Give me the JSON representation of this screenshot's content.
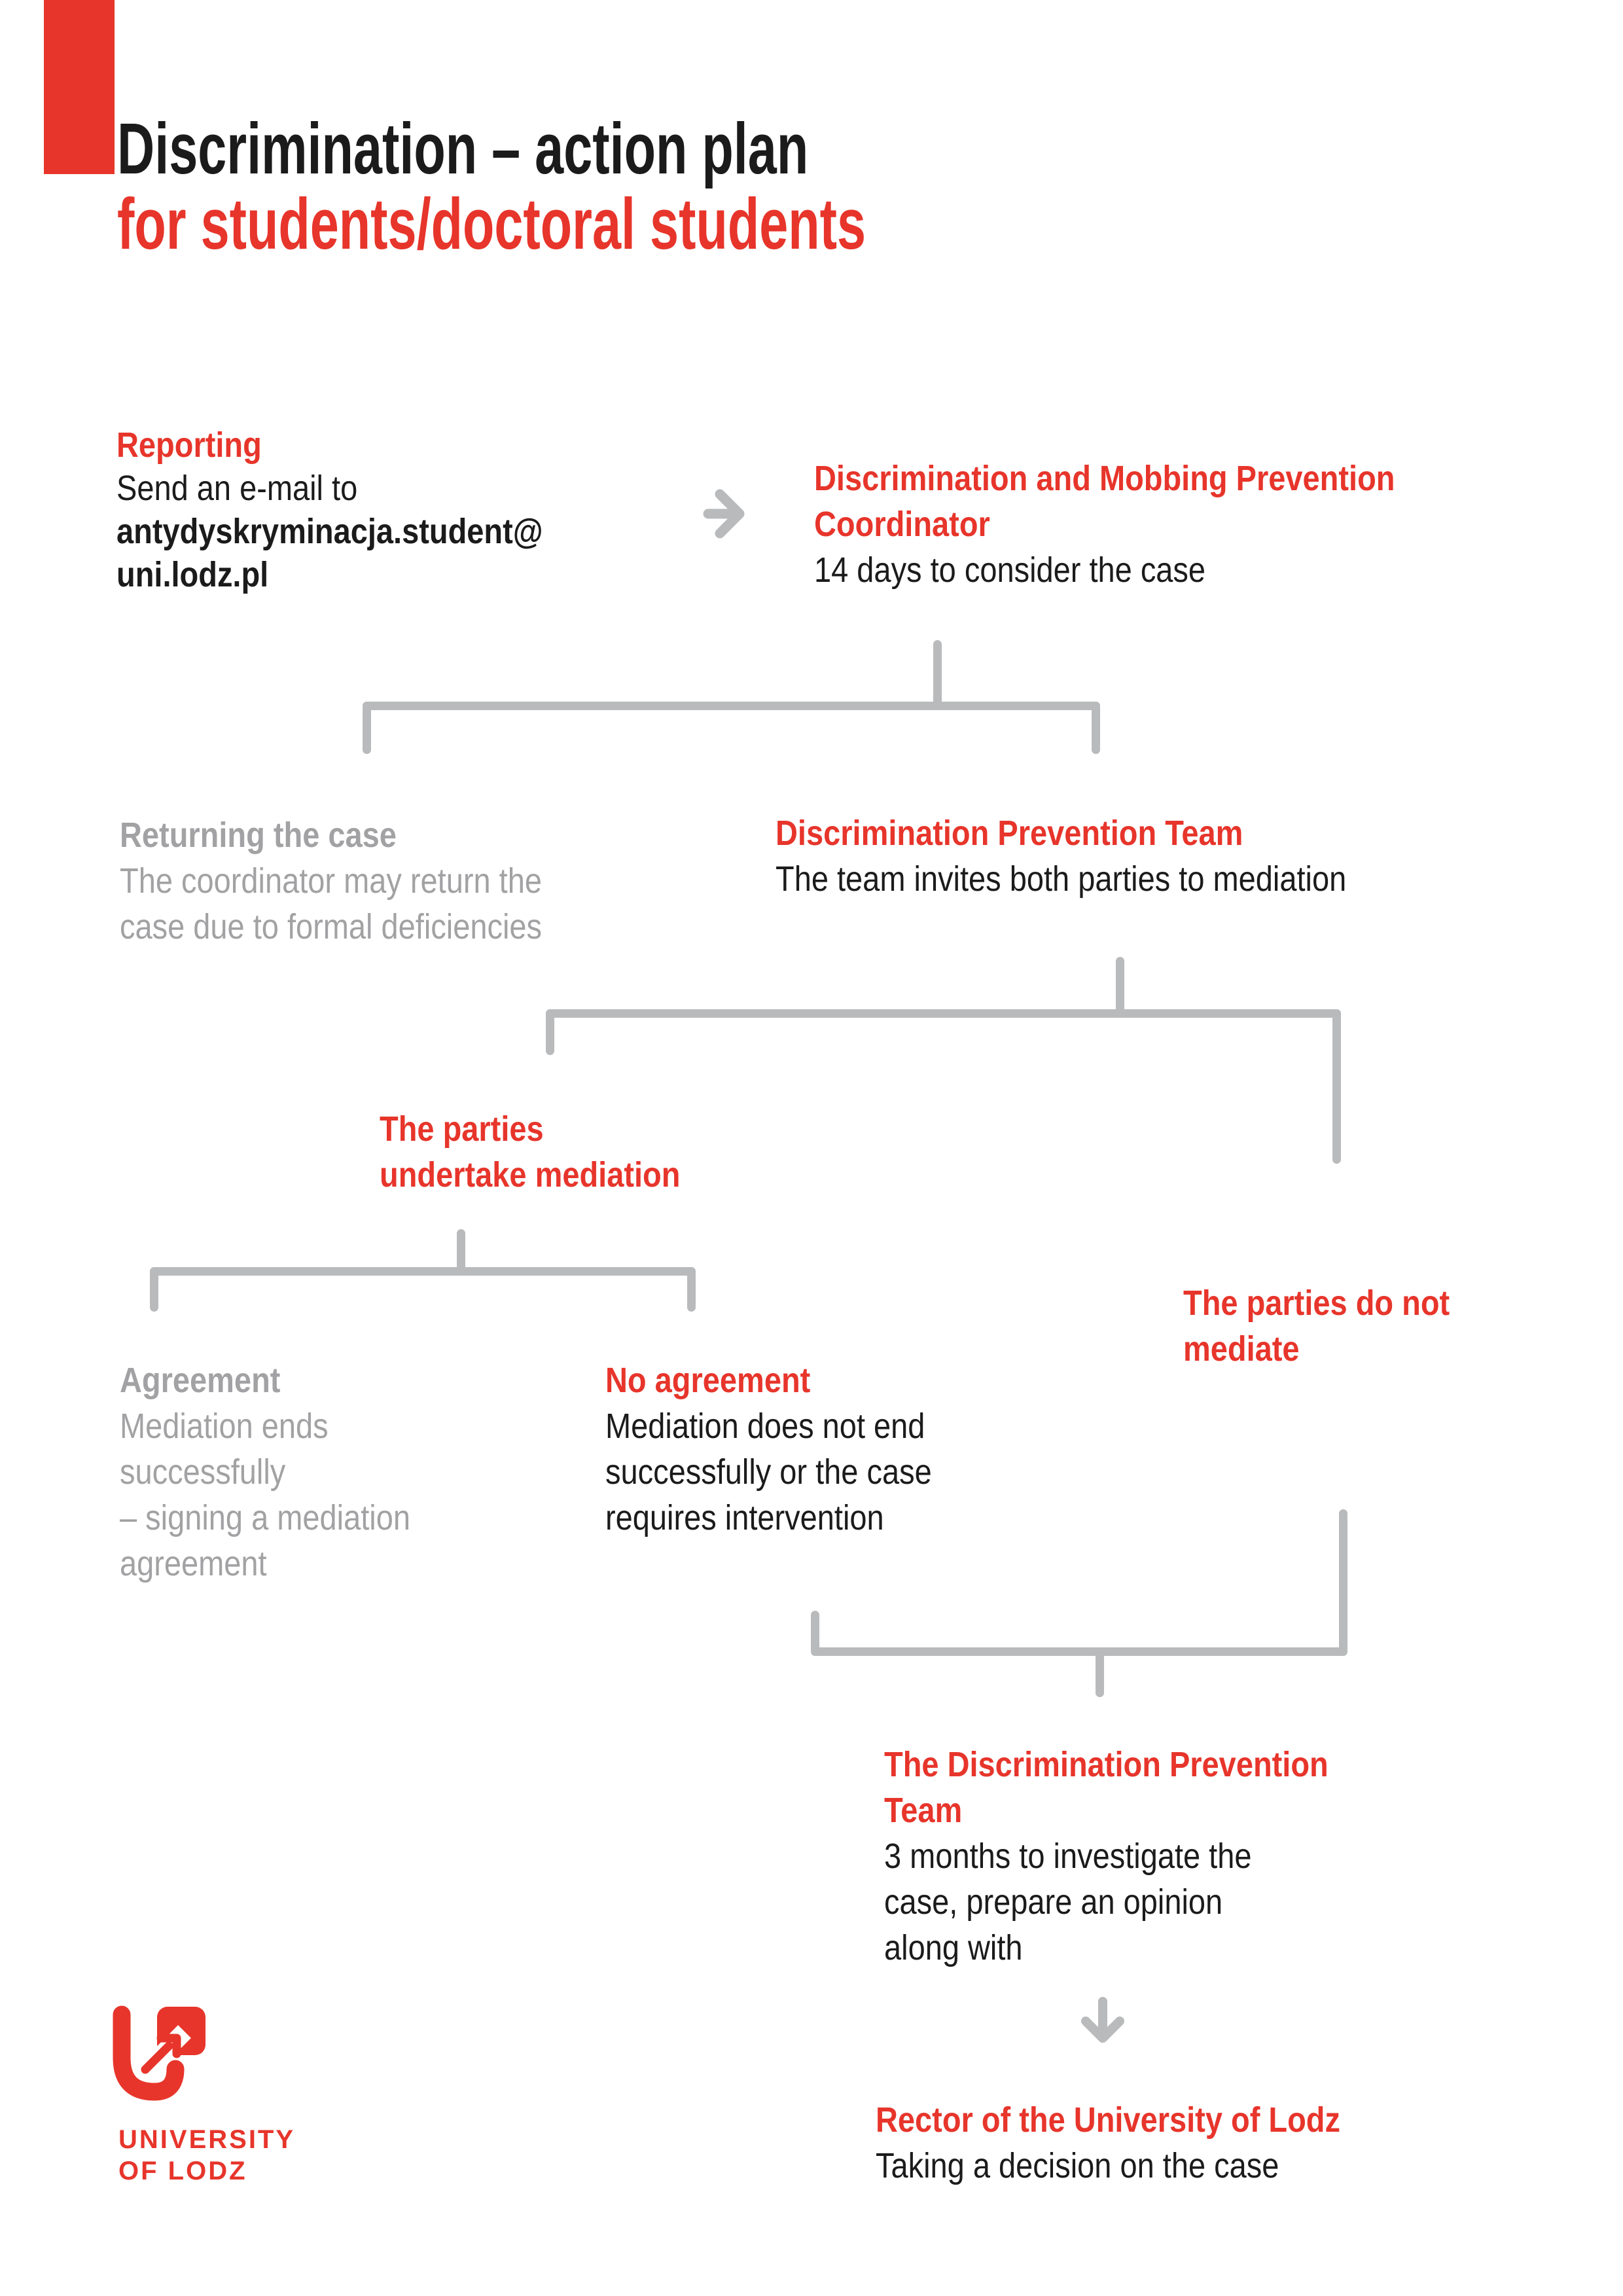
{
  "colors": {
    "red": "#e7352b",
    "black": "#1b1b1b",
    "gray_text": "#a2a2a4",
    "gray_line": "#b9babb",
    "background": "#ffffff"
  },
  "title": {
    "line1": "Discrimination – action plan",
    "line2": "for students/doctoral students"
  },
  "nodes": {
    "reporting": {
      "heading": "Reporting",
      "line1": "Send an e-mail to",
      "line2": "antydyskryminacja.student@",
      "line3": "uni.lodz.pl"
    },
    "coordinator": {
      "heading1": "Discrimination and Mobbing Prevention",
      "heading2": "Coordinator",
      "body": "14 days to consider the case"
    },
    "returning": {
      "heading": "Returning the case",
      "line1": "The coordinator may return the",
      "line2": "case due to formal deficiencies"
    },
    "prevention_team": {
      "heading": "Discrimination Prevention Team",
      "body": "The team invites both parties to mediation"
    },
    "undertake_mediation": {
      "line1": "The parties",
      "line2": "undertake mediation"
    },
    "do_not_mediate": {
      "line1": "The parties do not",
      "line2": "mediate"
    },
    "agreement": {
      "heading": "Agreement",
      "line1": "Mediation ends",
      "line2": "successfully",
      "line3": "– signing a mediation",
      "line4": "agreement"
    },
    "no_agreement": {
      "heading": "No agreement",
      "line1": "Mediation does not end",
      "line2": "successfully or the case",
      "line3": "requires intervention"
    },
    "investigation_team": {
      "heading1": "The Discrimination Prevention",
      "heading2": "Team",
      "line1": "3 months to investigate the",
      "line2": "case, prepare an opinion",
      "line3": "along with"
    },
    "rector": {
      "heading": "Rector of the University of Lodz",
      "body": "Taking a decision on the case"
    }
  },
  "icons": {
    "arrow_right": "flow arrow pointing right",
    "arrow_down": "flow arrow pointing down",
    "logo_mark": "University of Lodz U-arrow mark"
  },
  "logo": {
    "line1": "UNIVERSITY",
    "line2": "OF LODZ"
  }
}
